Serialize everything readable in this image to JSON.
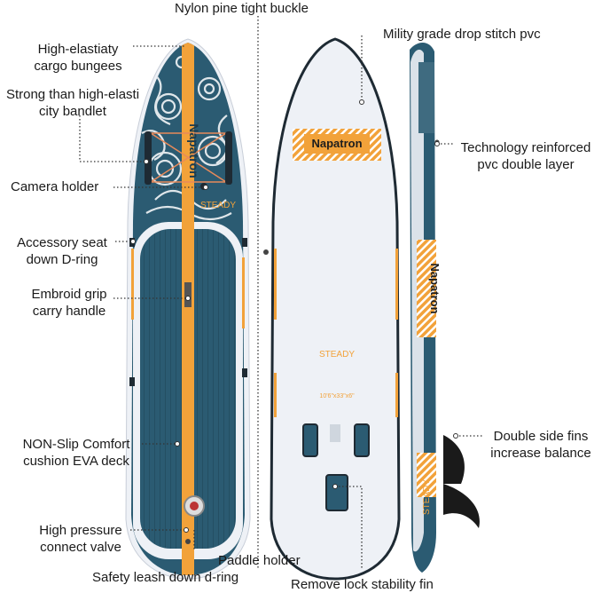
{
  "brand": "Napatron",
  "model_name": "STEADY",
  "model_size": "10'6\"x33\"x6\"",
  "colors": {
    "board_navy": "#2b5b72",
    "board_navy_dark": "#1e4659",
    "accent_orange": "#f2a23a",
    "board_white": "#eef1f6",
    "fin_black": "#1a1a1a",
    "leader_line": "#333333"
  },
  "callouts": {
    "buckle": "Nylon pine tight buckle",
    "drop_stitch": "Mility grade drop stitch pvc",
    "bungees_1": "High-elastiaty",
    "bungees_2": "cargo bungees",
    "bandlet_1": "Strong than high-elasti",
    "bandlet_2": "city bandlet",
    "camera": "Camera holder",
    "reinforced_1": "Technology reinforced",
    "reinforced_2": "pvc double layer",
    "dring_1": "Accessory seat",
    "dring_2": "down D-ring",
    "handle_1": "Embroid grip",
    "handle_2": "carry handle",
    "eva_1": "NON-Slip Comfort",
    "eva_2": "cushion EVA deck",
    "fins_1": "Double side fins",
    "fins_2": "increase balance",
    "valve_1": "High pressure",
    "valve_2": "connect valve",
    "paddle": "Paddle holder",
    "leash": "Safety leash down d-ring",
    "stability_fin": "Remove lock stability fin"
  }
}
